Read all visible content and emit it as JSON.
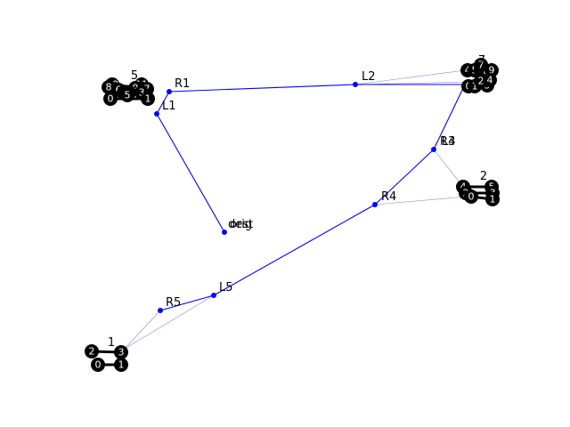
{
  "colors": {
    "route": "#0000ff",
    "faint": "#8888dd",
    "node": "#000000",
    "node_text": "#ffffff",
    "accent_text": "#ff0000",
    "waypoint": "#0000ff"
  },
  "waypoints": [
    "R1",
    "L1",
    "L2",
    "R3",
    "L4",
    "R4",
    "dest",
    "orig",
    "L5",
    "R5"
  ],
  "route_edges": [
    [
      "R1",
      "L2"
    ],
    [
      "L2",
      "L3"
    ],
    [
      "L3",
      "R4"
    ],
    [
      "R4",
      "L5"
    ],
    [
      "L5",
      "R5"
    ],
    [
      "R1",
      "L1"
    ],
    [
      "L1",
      "dest"
    ]
  ],
  "clusters": [
    {
      "label": "5",
      "nodes": [
        "10",
        "11",
        "8",
        "9",
        "7",
        "6",
        "4",
        "2",
        "3",
        "1",
        "0",
        "5"
      ]
    },
    {
      "label": "7",
      "nodes": [
        "4",
        "5",
        "6",
        "8",
        "7",
        "9",
        "0",
        "1",
        "2",
        "3",
        "2",
        "4"
      ]
    },
    {
      "label": "2",
      "nodes": [
        "4",
        "5",
        "2",
        "0",
        "3",
        "1"
      ]
    },
    {
      "label": "1",
      "nodes": [
        "2",
        "3",
        "0",
        "1"
      ]
    }
  ]
}
